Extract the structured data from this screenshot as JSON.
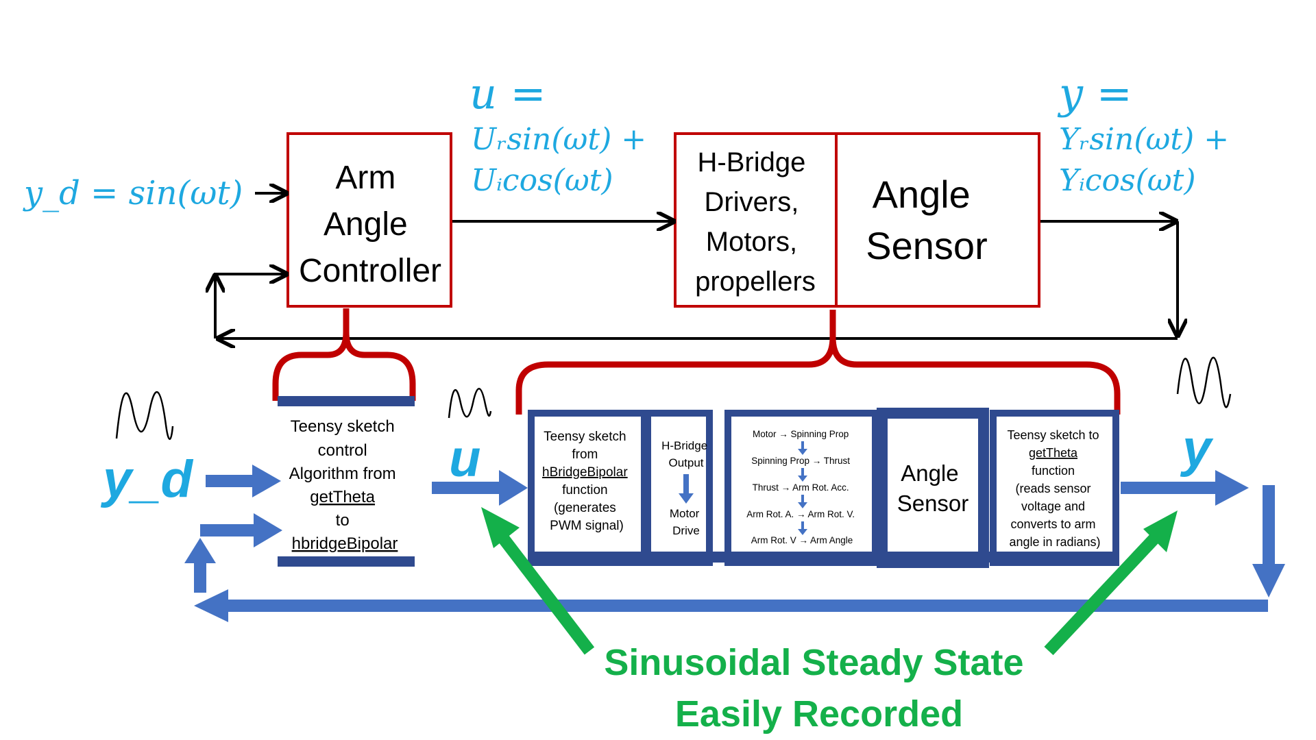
{
  "top": {
    "u_head": "u =",
    "u_line1": "Uᵣsin(ωt) +",
    "u_line2": "Uᵢcos(ωt)",
    "y_head": "y =",
    "y_line1": "Yᵣsin(ωt) +",
    "y_line2": "Yᵢcos(ωt)",
    "yd_eq": "y_d = sin(ωt)",
    "controller": [
      "Arm",
      "Angle",
      "Controller"
    ],
    "hbridge": [
      "H-Bridge",
      "Drivers,",
      "Motors,",
      "propellers"
    ],
    "angle_sensor": [
      "Angle",
      "Sensor"
    ]
  },
  "bottom": {
    "yd_label": "y_d",
    "u_label": "u",
    "y_label": "y",
    "sketch_control": [
      "Teensy sketch",
      "control",
      "Algorithm from",
      "getTheta",
      "to",
      "hbridgeBipolar"
    ],
    "sketch_hbridge": [
      "Teensy sketch",
      "from",
      "hBridgeBipolar",
      "function",
      "(generates",
      "PWM signal)"
    ],
    "hbridge_output": [
      "H-Bridge",
      "Output"
    ],
    "motor_drive": [
      "Motor",
      "Drive"
    ],
    "chain": [
      "Motor → Spinning Prop",
      "Spinning Prop → Thrust",
      "Thrust  → Arm Rot. Acc.",
      "Arm Rot. A. → Arm Rot. V.",
      "Arm Rot. V → Arm  Angle"
    ],
    "angle_sensor": [
      "Angle",
      "Sensor"
    ],
    "sketch_gettheta": [
      "Teensy sketch to",
      "getTheta",
      "function",
      "(reads sensor",
      "voltage and",
      "converts to arm",
      "angle in radians)"
    ]
  },
  "note": [
    "Sinusoidal Steady State",
    "Easily Recorded"
  ],
  "colors": {
    "red": "#c00000",
    "navy": "#2f4a8f",
    "blue": "#4472c4",
    "cyan": "#1ea8e0",
    "green": "#14b04a"
  }
}
